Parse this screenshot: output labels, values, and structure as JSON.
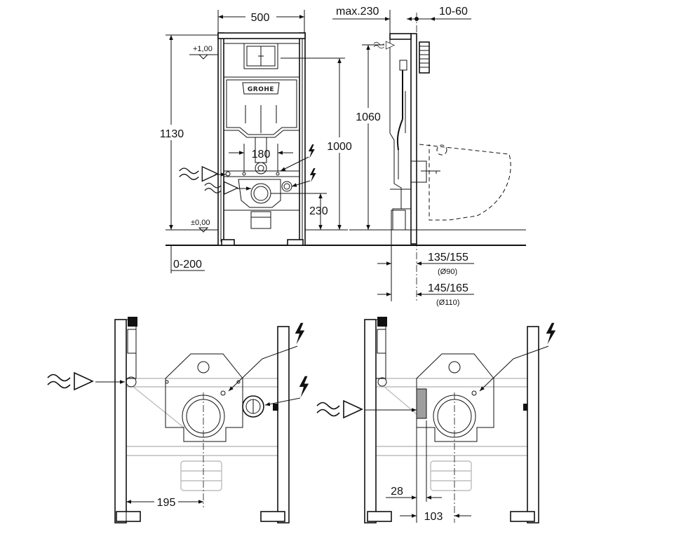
{
  "front_view": {
    "width_label": "500",
    "height_label": "1130",
    "level_top_label": "+1,00",
    "level_floor_label": "±0,00",
    "floor_adjust_label": "0-200",
    "spacing_label": "180",
    "top_height_label": "1000",
    "outlet_height_label": "230",
    "brand_logo_text": "GROHE"
  },
  "side_view": {
    "depth_label": "max.230",
    "wall_label": "10-60",
    "height_label": "1060",
    "pipe_small_label": "135/155",
    "pipe_small_diameter": "(Ø90)",
    "pipe_large_label": "145/165",
    "pipe_large_diameter": "(Ø110)"
  },
  "detail_left": {
    "offset_label": "195"
  },
  "detail_right": {
    "gap_label": "28",
    "offset_label": "103"
  },
  "symbols": {
    "water_inlet": "water-inlet-symbol",
    "electric": "lightning-symbol"
  }
}
